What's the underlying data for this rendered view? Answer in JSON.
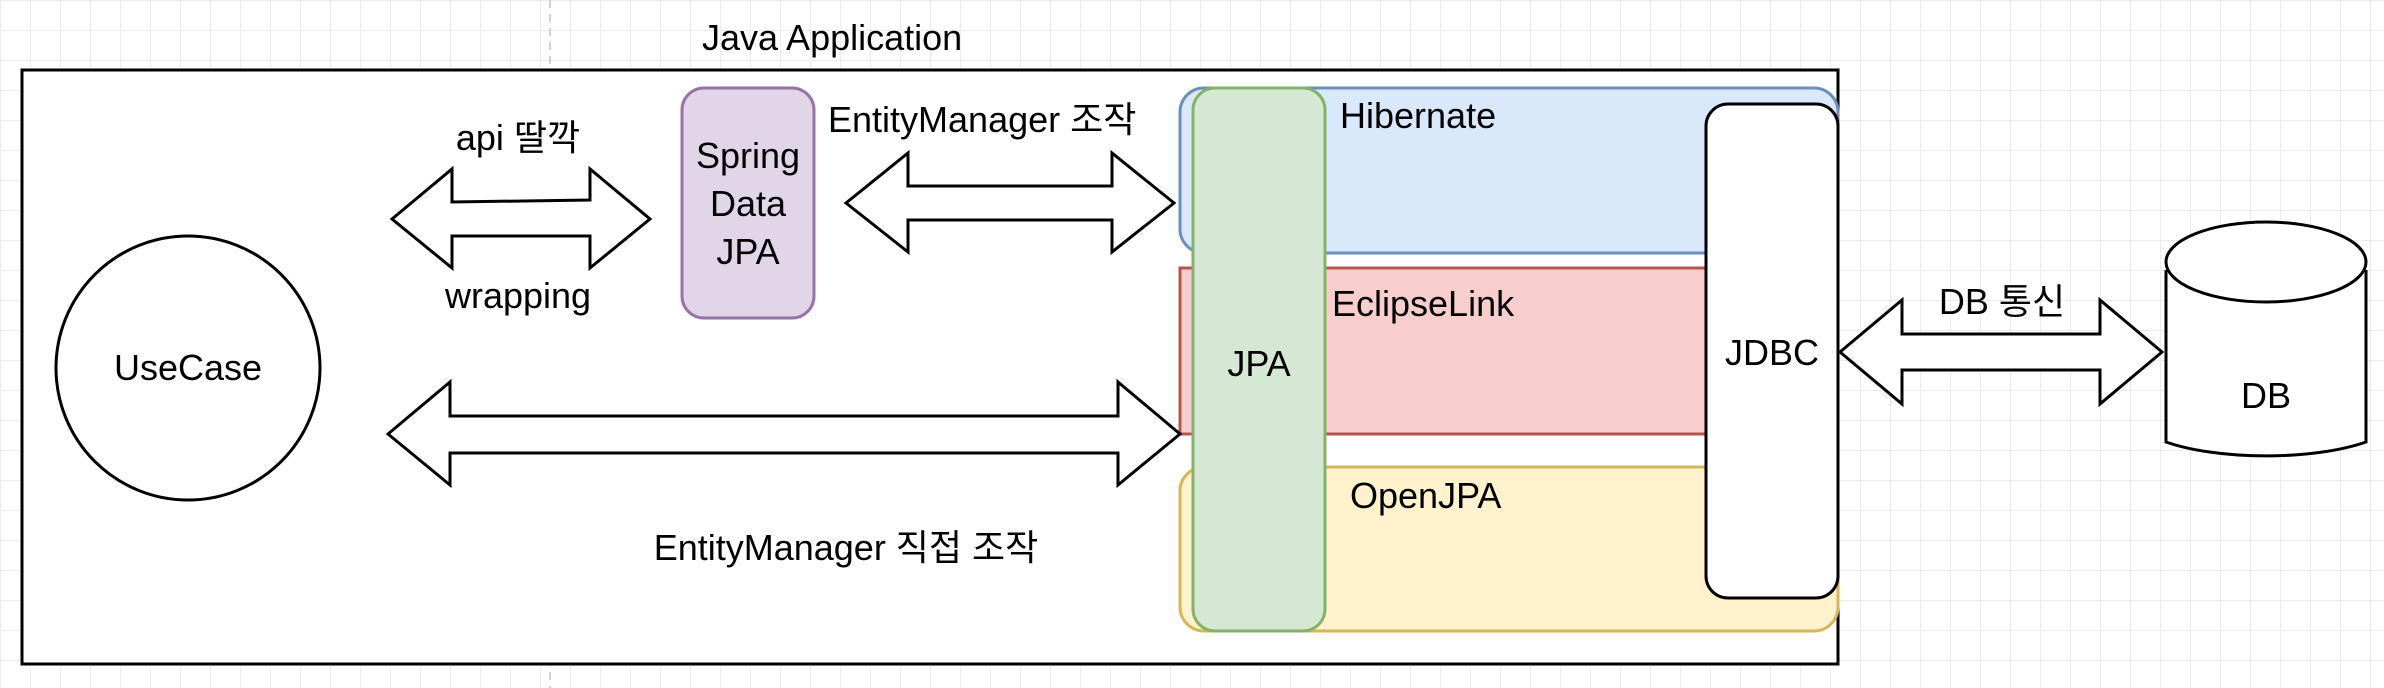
{
  "diagram": {
    "container_title": "Java Application",
    "nodes": {
      "usecase": "UseCase",
      "spring_data_jpa": [
        "Spring",
        "Data",
        "JPA"
      ],
      "jpa": "JPA",
      "jdbc": "JDBC",
      "db": "DB",
      "implementations": [
        "Hibernate",
        "EclipseLink",
        "OpenJPA"
      ]
    },
    "edges": {
      "api_top": "api 딸깍",
      "api_bottom": "wrapping",
      "entity_manager": "EntityManager 조작",
      "entity_manager_direct": "EntityManager 직접 조작",
      "db_comm": "DB 통신"
    },
    "colors": {
      "spring_fill": "#e1d5e7",
      "spring_stroke": "#9673a6",
      "jpa_fill": "#d5e8d4",
      "jpa_stroke": "#82b366",
      "hibernate_fill": "#dae8fc",
      "hibernate_stroke": "#6c8ebf",
      "eclipselink_fill": "#f8cecc",
      "eclipselink_stroke": "#b85450",
      "openjpa_fill": "#fff2cc",
      "openjpa_stroke": "#d6b656"
    }
  }
}
